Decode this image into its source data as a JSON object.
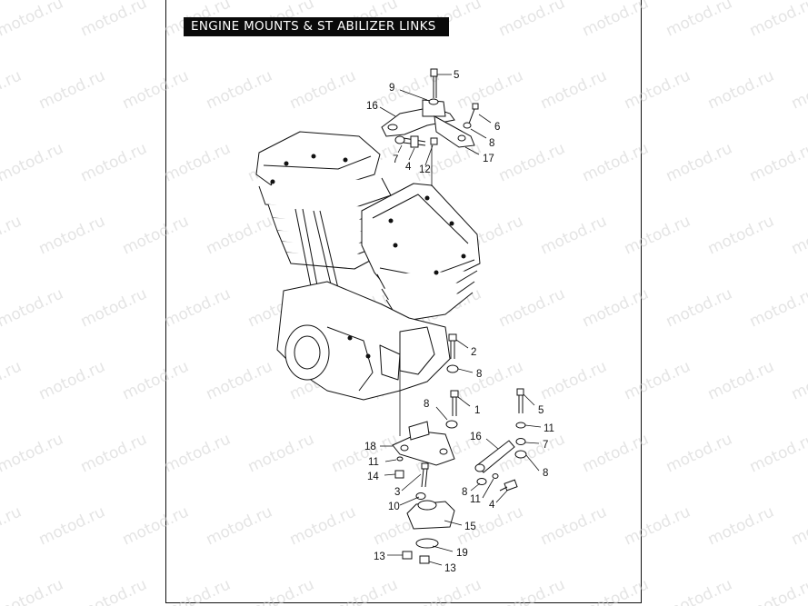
{
  "title": "ENGINE MOUNTS & ST ABILIZER LINKS",
  "watermark": "motod.ru",
  "callouts": [
    {
      "id": "c5a",
      "text": "5"
    },
    {
      "id": "c9",
      "text": "9"
    },
    {
      "id": "c16a",
      "text": "16"
    },
    {
      "id": "c6",
      "text": "6"
    },
    {
      "id": "c8a",
      "text": "8"
    },
    {
      "id": "c7a",
      "text": "7"
    },
    {
      "id": "c4a",
      "text": "4"
    },
    {
      "id": "c12",
      "text": "12"
    },
    {
      "id": "c17",
      "text": "17"
    },
    {
      "id": "c2",
      "text": "2"
    },
    {
      "id": "c8b",
      "text": "8"
    },
    {
      "id": "c1",
      "text": "1"
    },
    {
      "id": "c8c",
      "text": "8"
    },
    {
      "id": "c5b",
      "text": "5"
    },
    {
      "id": "c11a",
      "text": "11"
    },
    {
      "id": "c7b",
      "text": "7"
    },
    {
      "id": "c16b",
      "text": "16"
    },
    {
      "id": "c18",
      "text": "18"
    },
    {
      "id": "c11b",
      "text": "11"
    },
    {
      "id": "c8d",
      "text": "8"
    },
    {
      "id": "c14",
      "text": "14"
    },
    {
      "id": "c3",
      "text": "3"
    },
    {
      "id": "c8e",
      "text": "8"
    },
    {
      "id": "c11c",
      "text": "11"
    },
    {
      "id": "c4b",
      "text": "4"
    },
    {
      "id": "c10",
      "text": "10"
    },
    {
      "id": "c15",
      "text": "15"
    },
    {
      "id": "c19",
      "text": "19"
    },
    {
      "id": "c13a",
      "text": "13"
    },
    {
      "id": "c13b",
      "text": "13"
    }
  ],
  "colors": {
    "line": "#111111",
    "background": "#ffffff",
    "title_bg": "#0a0a0a",
    "title_fg": "#ffffff"
  }
}
